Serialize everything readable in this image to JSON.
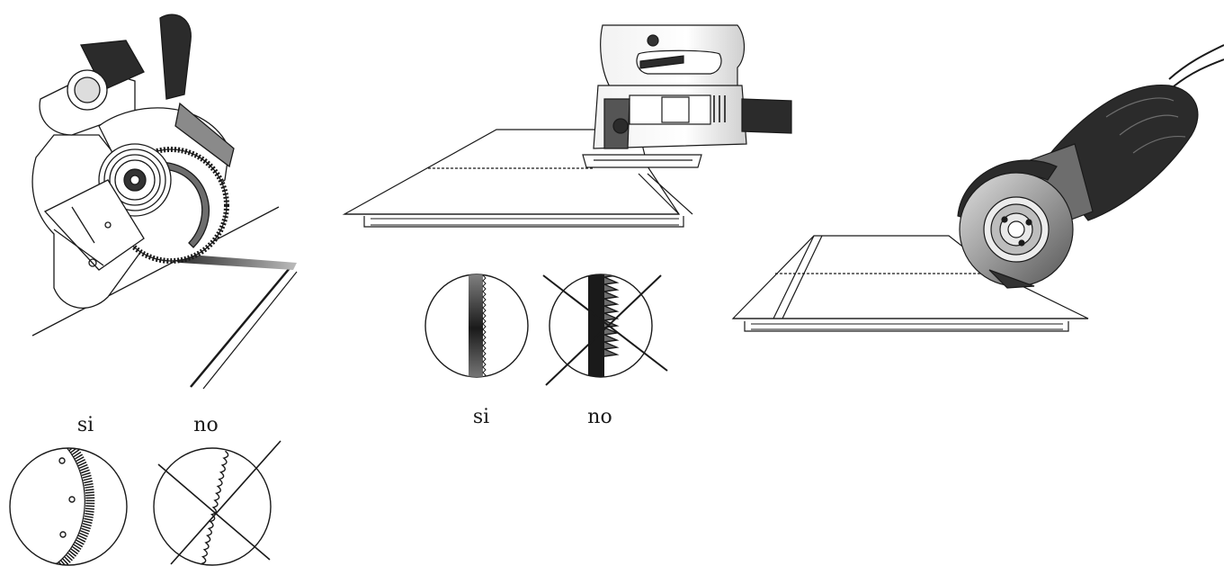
{
  "labels": {
    "circular_saw_good": "si",
    "circular_saw_bad": "no",
    "jigsaw_good": "si",
    "jigsaw_bad": "no"
  },
  "colors": {
    "ink": "#1a1a1a",
    "tool_body": "#2b2b2b",
    "shade": "#6d6d6d",
    "light": "#d9d9d9",
    "background": "#ffffff"
  },
  "icons": [
    "circular-saw-icon",
    "jigsaw-icon",
    "angle-grinder-icon",
    "fine-tooth-blade-icon",
    "coarse-tooth-blade-icon"
  ]
}
